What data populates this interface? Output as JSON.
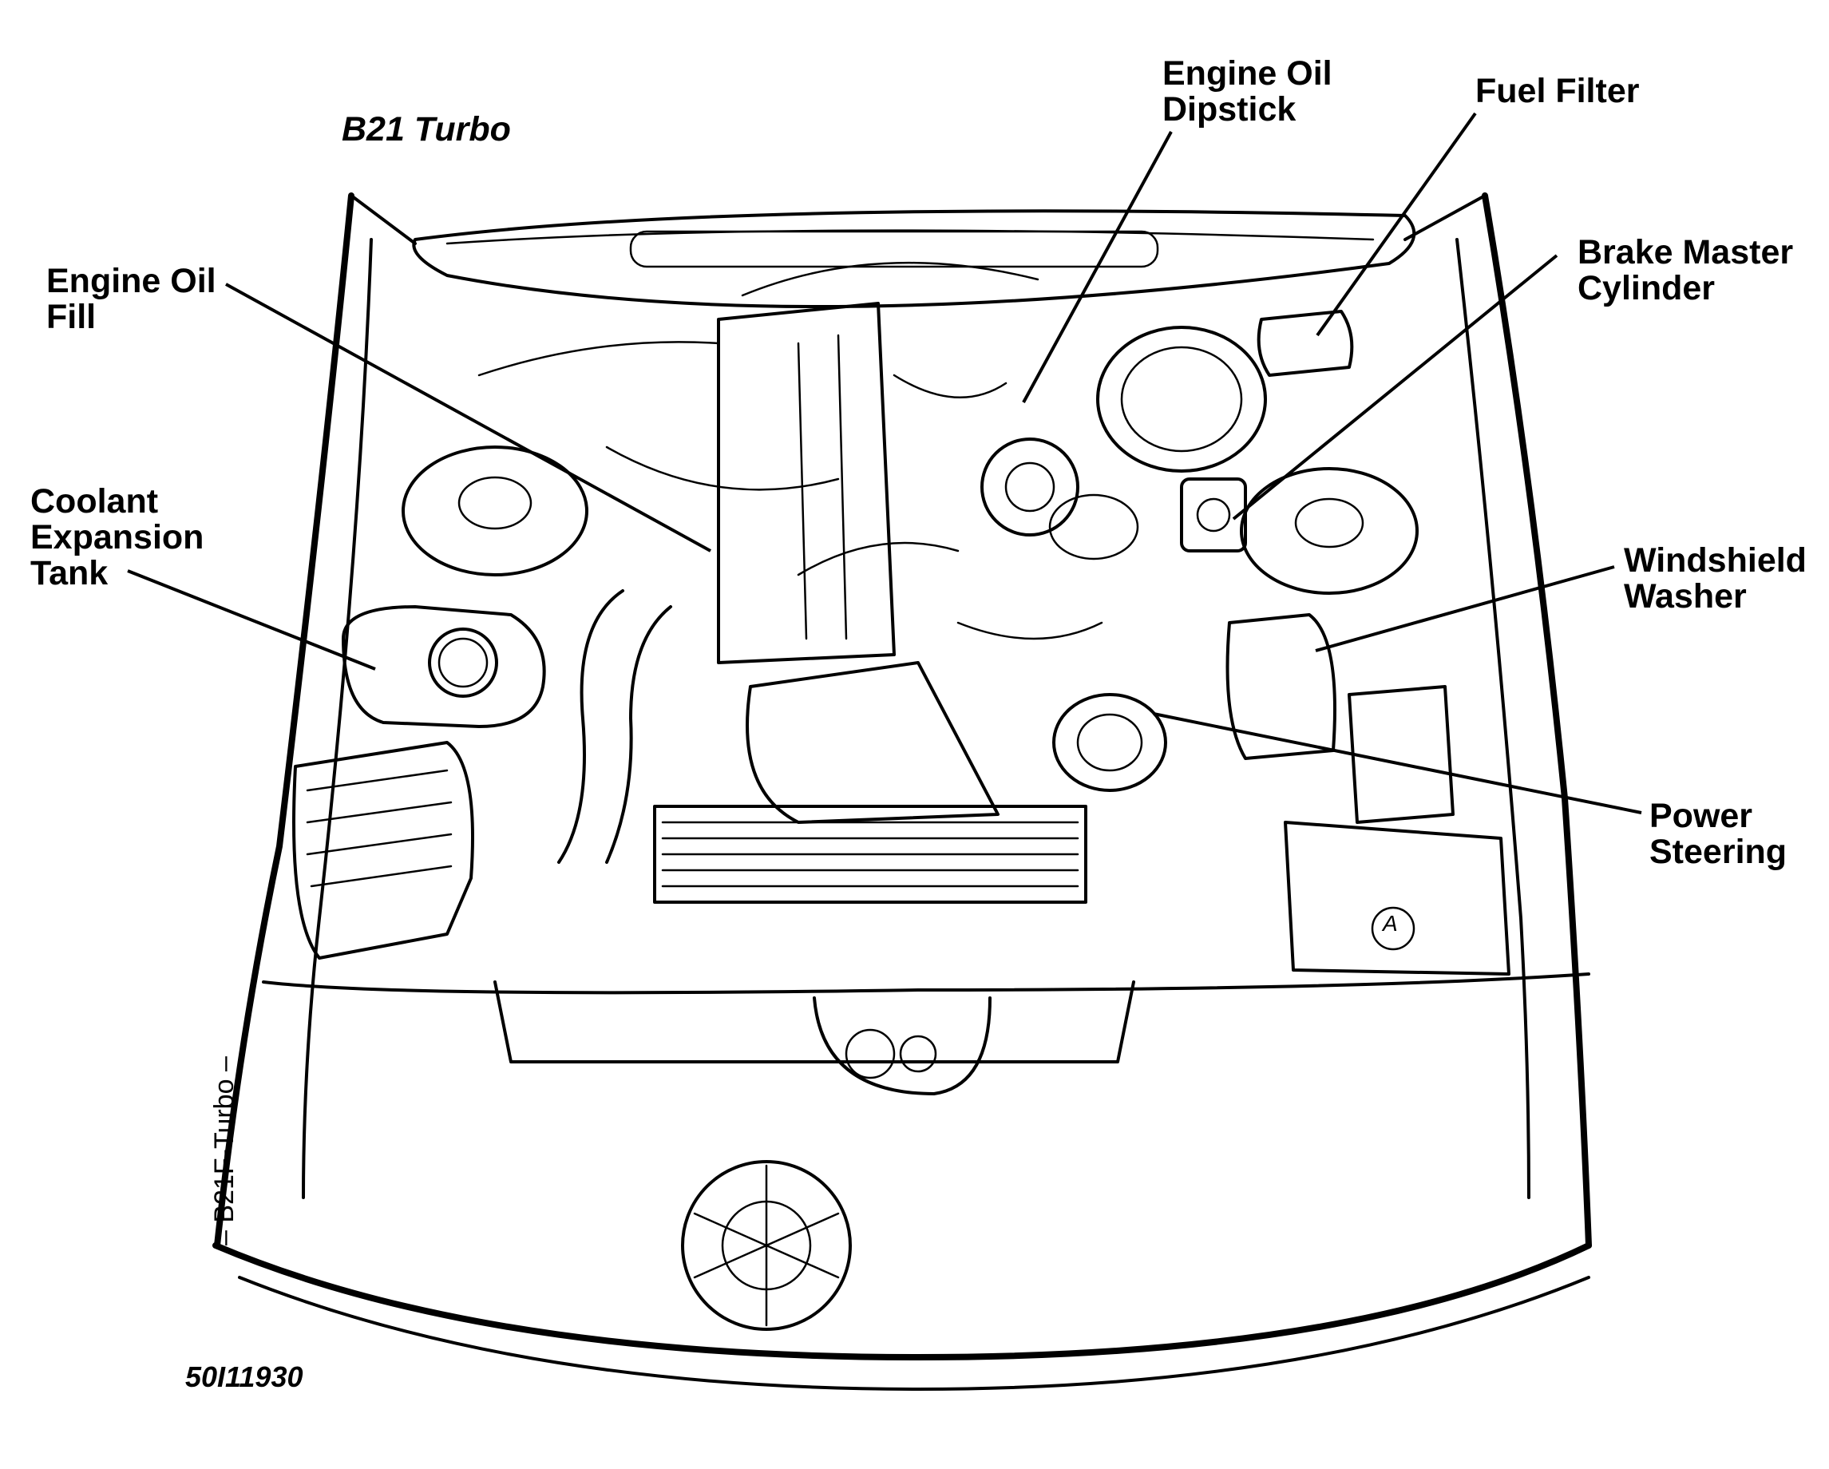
{
  "diagram": {
    "title": "B21 Turbo",
    "figure_id": "50I11930",
    "side_marking": "– B21F-Turbo –",
    "component_marker": "A",
    "callouts": {
      "engine_oil_fill": [
        "Engine Oil",
        "Fill"
      ],
      "coolant_expansion_tank": [
        "Coolant",
        "Expansion",
        "Tank"
      ],
      "engine_oil_dipstick": [
        "Engine Oil",
        "Dipstick"
      ],
      "fuel_filter": [
        "Fuel Filter"
      ],
      "brake_master_cylinder": [
        "Brake Master",
        "Cylinder"
      ],
      "windshield_washer": [
        "Windshield",
        "Washer"
      ],
      "power_steering": [
        "Power",
        "Steering"
      ]
    }
  }
}
